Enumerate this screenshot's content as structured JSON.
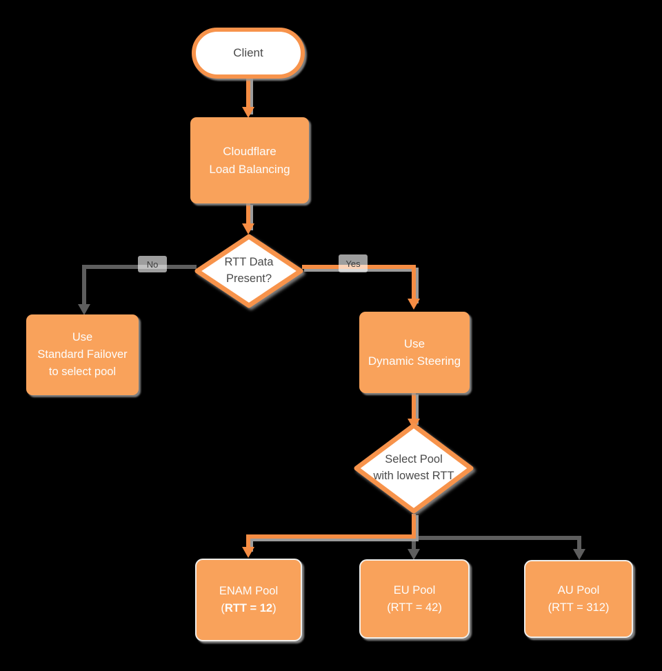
{
  "title": "Cloudflare Load Balancing flowchart",
  "colors": {
    "background": "#000000",
    "node_fill": "#f9a25b",
    "shape_outline": "#f7934b",
    "connector_orange": "#f68d44",
    "connector_gray": "#5e5e5e",
    "shadow_gray": "#9b9b9b",
    "text_on_orange": "#fdfdfd",
    "text_dark": "#4a4a4a",
    "edge_label_bg": "#a6a6a6"
  },
  "nodes": {
    "client": {
      "type": "terminator",
      "text": "Client"
    },
    "load_balancing": {
      "type": "process",
      "text": "Cloudflare\nLoad Balancing"
    },
    "rtt_decision": {
      "type": "decision",
      "text": "RTT Data\nPresent?"
    },
    "standard_failover": {
      "type": "process",
      "text": "Use\nStandard Failover\nto select pool"
    },
    "dynamic_steering": {
      "type": "process",
      "text": "Use\nDynamic Steering"
    },
    "select_pool": {
      "type": "decision",
      "text": "Select Pool\nwith lowest RTT"
    },
    "enam_pool": {
      "type": "process",
      "line1": "ENAM Pool",
      "line2_open": "(",
      "line2_bold": "RTT = 12",
      "line2_close": ")"
    },
    "eu_pool": {
      "type": "process",
      "text": "EU Pool\n(RTT = 42)"
    },
    "au_pool": {
      "type": "process",
      "text": "AU Pool\n(RTT = 312)"
    }
  },
  "edge_labels": {
    "no": "No",
    "yes": "Yes"
  }
}
